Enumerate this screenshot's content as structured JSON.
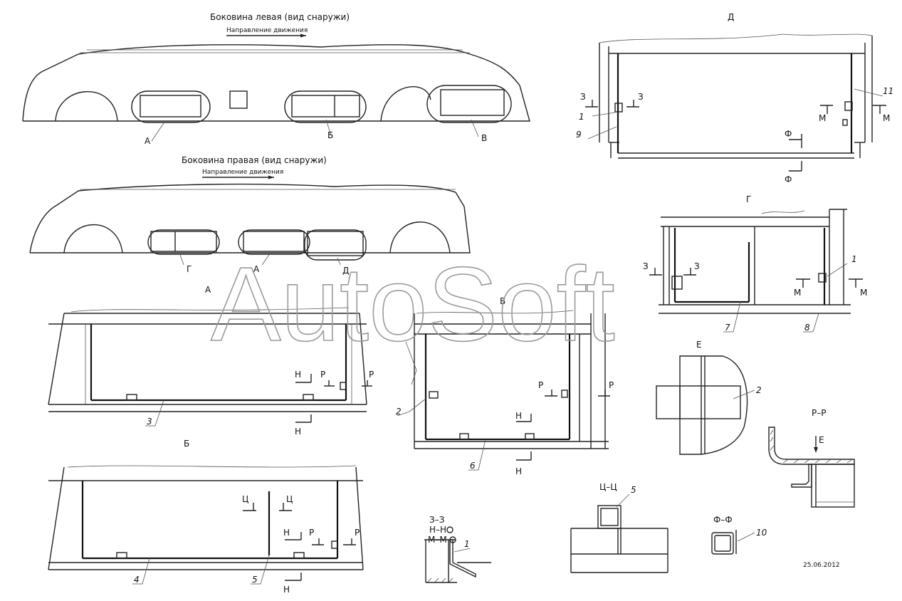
{
  "views": {
    "left_side": {
      "title": "Боковина левая (вид снаружи)",
      "direction": "Направление движения",
      "callouts": [
        "А",
        "Б",
        "В"
      ]
    },
    "right_side": {
      "title": "Боковина правая (вид снаружи)",
      "direction": "Направление движения",
      "callouts": [
        "Г",
        "А",
        "Д"
      ]
    },
    "A": {
      "title": "А",
      "cut1": "Н",
      "cut2": "Р",
      "part": "3"
    },
    "B": {
      "title": "Б",
      "cut1": "Ц",
      "cut2": "Н",
      "cut3": "Р",
      "parts": [
        "4",
        "5"
      ]
    },
    "V": {
      "title": "В",
      "cut1": "Р",
      "cut2": "Н",
      "parts": [
        "2",
        "6"
      ]
    },
    "D": {
      "title": "Д",
      "cut1": "З",
      "cut2": "М",
      "cut3": "Ф",
      "parts": [
        "1",
        "9",
        "11"
      ]
    },
    "G": {
      "title": "Г",
      "cut1": "З",
      "cut2": "М",
      "parts": [
        "1",
        "7",
        "8"
      ]
    },
    "E": {
      "title": "Е",
      "part": "2"
    },
    "RR": {
      "title": "Р–Р",
      "mark": "Е"
    },
    "ZZ": {
      "line1": "З–З",
      "line2": "Н–Н",
      "line3": "М–М",
      "part": "1"
    },
    "TsTs": {
      "title": "Ц–Ц",
      "part": "5"
    },
    "FF": {
      "title": "Ф–Ф",
      "part": "10"
    }
  },
  "date": "25.06.2012",
  "watermark": "AutoSoft"
}
